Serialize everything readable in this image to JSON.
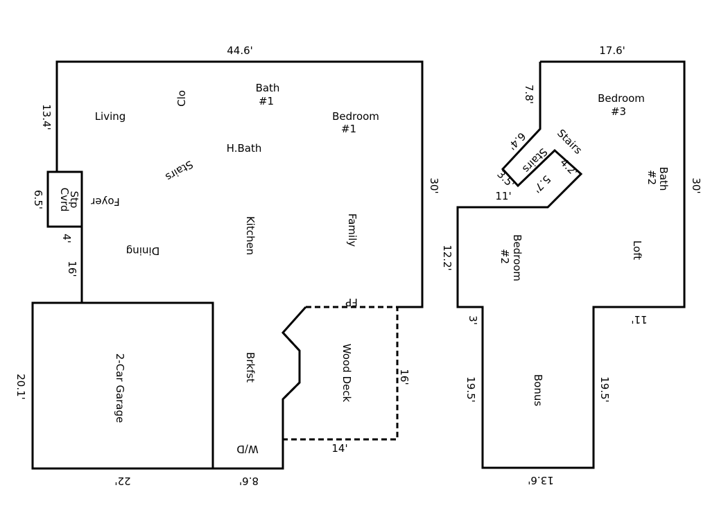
{
  "first_floor": {
    "rooms": {
      "living": "Living",
      "clo": "Clo",
      "bath1": "Bath",
      "bath1_num": "#1",
      "bedroom1": "Bedroom",
      "bedroom1_num": "#1",
      "hbath": "H.Bath",
      "stairs": "Stairs",
      "foyer": "Foyer",
      "cvrd": "Cvrd",
      "stp": "Stp",
      "dining": "Dining",
      "kitchen": "Kitchen",
      "family": "Family",
      "fp": "FP",
      "garage": "2-Car Garage",
      "brkfst": "Brkfst",
      "wood_deck": "Wood Deck",
      "wd": "W/D"
    },
    "dimensions": {
      "top": "44.6'",
      "left_upper": "13.4'",
      "stoop": "6.5'",
      "four": "4'",
      "sixteen_left": "16'",
      "right": "30'",
      "garage_left": "20.1'",
      "garage_bottom": "22'",
      "bottom_mid": "8.6'",
      "deck_right": "16'",
      "deck_bottom": "14'"
    }
  },
  "second_floor": {
    "rooms": {
      "bedroom3": "Bedroom",
      "bedroom3_num": "#3",
      "stairs_a": "Stairs",
      "stairs_b": "Stairs",
      "bath2": "Bath",
      "bath2_num": "#2",
      "bedroom2": "Bedroom",
      "bedroom2_num": "#2",
      "loft": "Loft",
      "bonus": "Bonus"
    },
    "dimensions": {
      "top": "17.6'",
      "seven_eight": "7.8'",
      "six_four": "6.4'",
      "three_five": "3.5'",
      "four_two": "4.2'",
      "five_seven": "5.7'",
      "eleven_left": "11'",
      "right": "30'",
      "twelve_two": "12.2'",
      "three": "3'",
      "eleven_right": "11'",
      "bonus_left": "19.5'",
      "bonus_right": "19.5'",
      "bottom": "13.6'"
    }
  }
}
